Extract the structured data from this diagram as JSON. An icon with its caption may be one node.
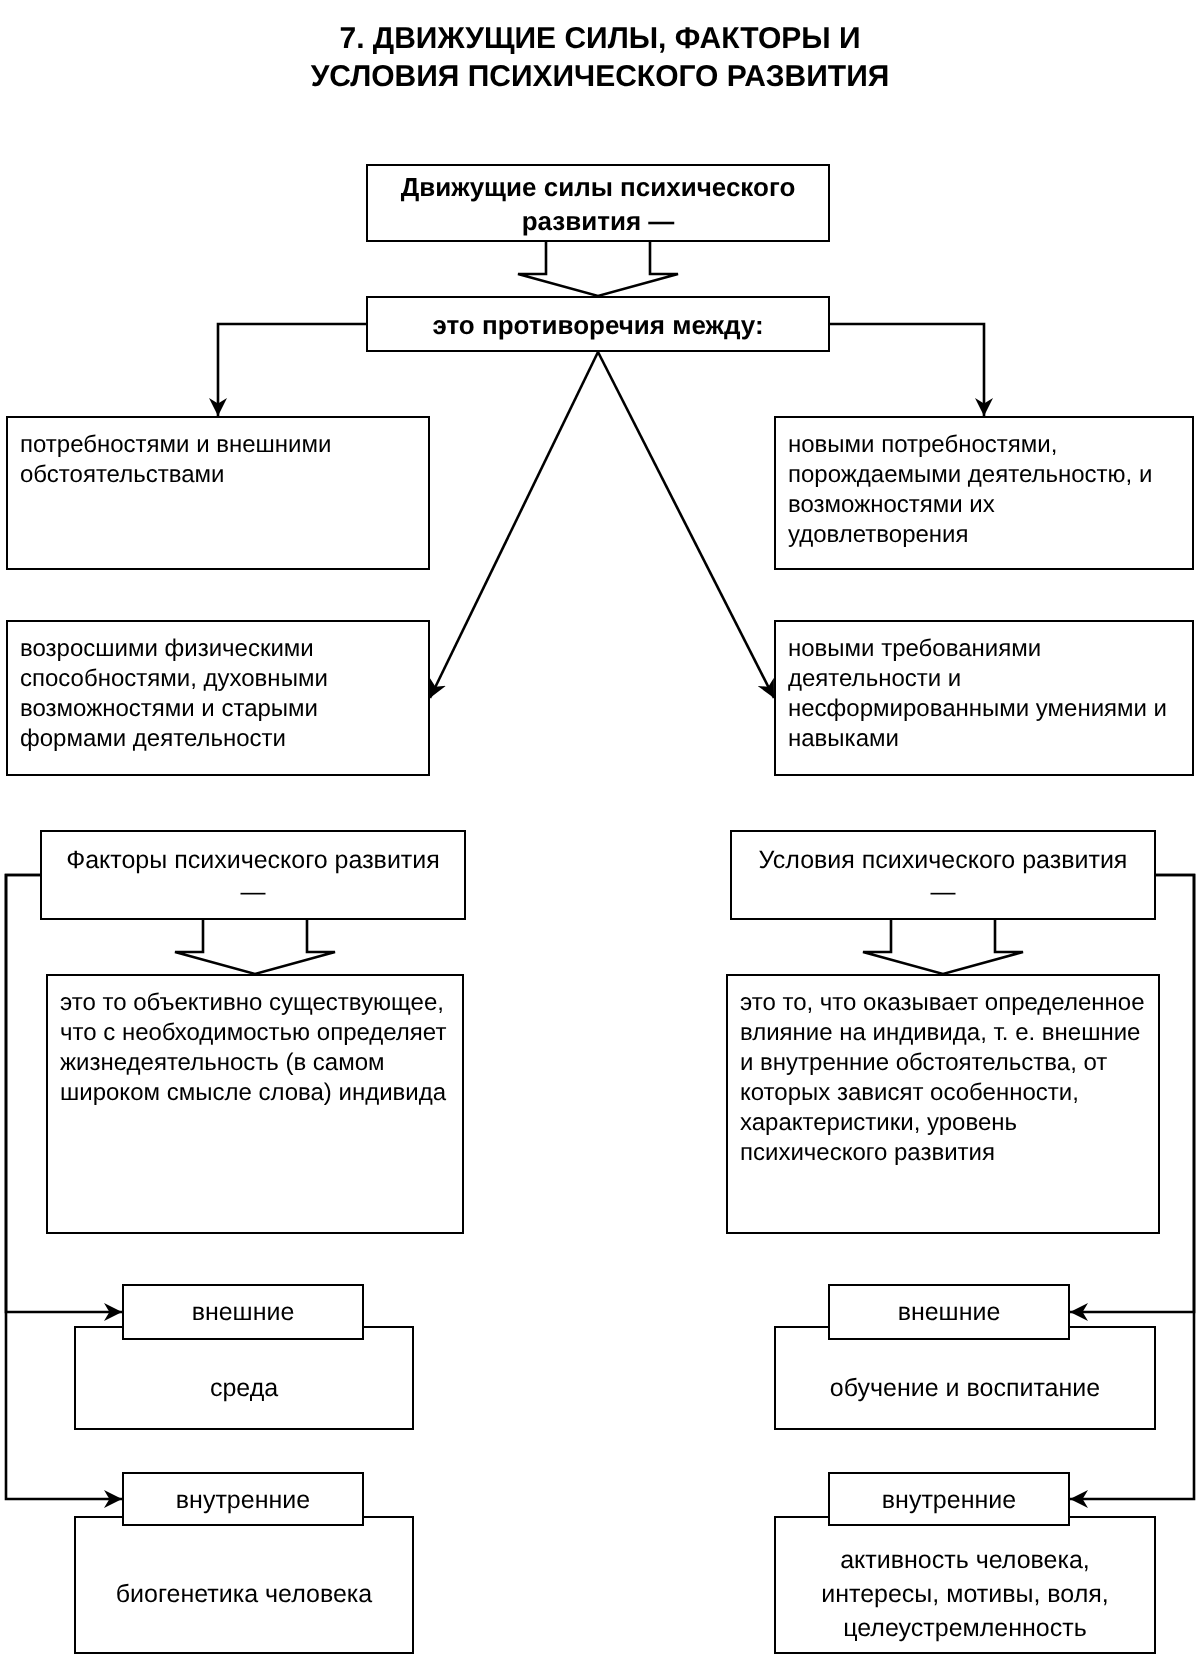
{
  "diagram": {
    "title": "7. ДВИЖУЩИЕ СИЛЫ, ФАКТОРЫ И УСЛОВИЯ ПСИХИЧЕСКОГО РАЗВИТИЯ",
    "nodes": [
      {
        "text": [
          "Движущие силы психического развития —"
        ]
      },
      {
        "text": [
          "это противоречия между:"
        ]
      },
      {
        "text": [
          "потребностями и внешними обстоятельствами"
        ]
      },
      {
        "text": [
          "новыми потребностями, порождаемыми деятельностю, и возможностями их удовлетворения"
        ]
      },
      {
        "text": [
          "возросшими физическими способностями, духовными возможностями и старыми формами деятельности"
        ]
      },
      {
        "text": [
          "новыми требованиями деятельности и несформированными умениями и навыками"
        ]
      },
      {
        "text": [
          "Факторы психического развития —"
        ]
      },
      {
        "text": [
          "это то объективно существующее, что с необходимостью определяет жизнедеятельность (в самом широком смысле слова) индивида"
        ]
      },
      {
        "text": [
          "Условия психического развития —"
        ]
      },
      {
        "text": [
          "это то, что оказывает определенное влияние на индивида, т. е. внешние и внутренние обстоятельства, от которых зависят особенности, характеристики, уровень психического развития"
        ]
      },
      {
        "text": [
          "внешние"
        ]
      },
      {
        "text": [
          "среда"
        ]
      },
      {
        "text": [
          "внутренние"
        ]
      },
      {
        "text": [
          "биогенетика человека"
        ]
      },
      {
        "text": [
          "внешние"
        ]
      },
      {
        "text": [
          "обучение и воспитание"
        ]
      },
      {
        "text": [
          "внутренние"
        ]
      },
      {
        "text": [
          "активность человека, интересы, мотивы, воля, целеустремленность"
        ]
      }
    ],
    "edges": [
      {
        "from": 0,
        "to": 1,
        "arrow": "to"
      },
      {
        "from": 1,
        "to": 2,
        "arrow": "to"
      },
      {
        "from": 1,
        "to": 3,
        "arrow": "to"
      },
      {
        "from": 1,
        "to": 4,
        "arrow": "to"
      },
      {
        "from": 1,
        "to": 5,
        "arrow": "to"
      },
      {
        "from": 6,
        "to": 7,
        "arrow": "to"
      },
      {
        "from": 8,
        "to": 9,
        "arrow": "to"
      },
      {
        "from": 6,
        "to": 10,
        "arrow": "to"
      },
      {
        "from": 6,
        "to": 12,
        "arrow": "to"
      },
      {
        "from": 8,
        "to": 14,
        "arrow": "to"
      },
      {
        "from": 8,
        "to": 16,
        "arrow": "to"
      }
    ]
  }
}
